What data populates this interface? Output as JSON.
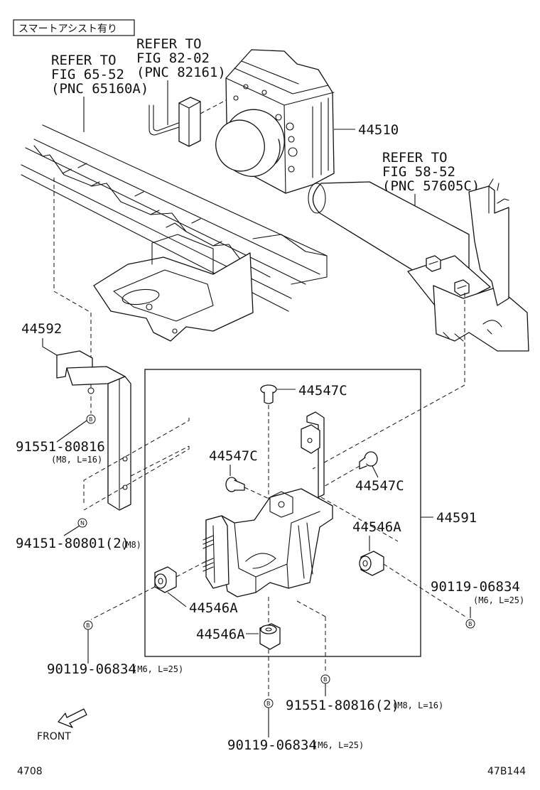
{
  "header": {
    "note": "スマートアシスト有り"
  },
  "refs": {
    "fig65": [
      "REFER TO",
      "FIG 65-52",
      "(PNC 65160A)"
    ],
    "fig82": [
      "REFER TO",
      "FIG 82-02",
      "(PNC 82161)"
    ],
    "fig58": [
      "REFER TO",
      "FIG 58-52",
      "(PNC 57605C)"
    ]
  },
  "parts": {
    "p44510": "44510",
    "p44592": "44592",
    "p44591": "44591",
    "p44547c_top": "44547C",
    "p44547c_left": "44547C",
    "p44547c_right": "44547C",
    "p44546a_right": "44546A",
    "p44546a_left": "44546A",
    "p44546a_bottom": "44546A",
    "bolt_91551_left": "91551-80816",
    "bolt_91551_left_spec": "(M8, L=16)",
    "nut_94151": "94151-80801(2)",
    "nut_94151_spec": "(M8)",
    "bolt_90119_right": "90119-06834",
    "bolt_90119_right_spec": "(M6, L=25)",
    "bolt_90119_left": "90119-06834",
    "bolt_90119_left_spec": "(M6, L=25)",
    "bolt_91551_bottom": "91551-80816(2)",
    "bolt_91551_bottom_spec": "(M8, L=16)",
    "bolt_90119_bottom": "90119-06834",
    "bolt_90119_bottom_spec": "(M6, L=25)"
  },
  "markers": {
    "b": "B",
    "n": "N"
  },
  "front": {
    "label": "FRONT"
  },
  "footer": {
    "left_code": "4708",
    "right_code": "47B144"
  }
}
